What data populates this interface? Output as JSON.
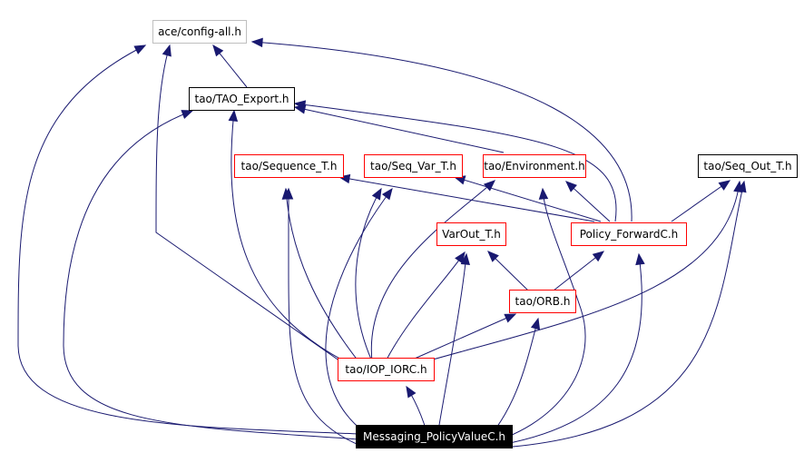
{
  "nodes": {
    "config_all": "ace/config-all.h",
    "tao_export": "tao/TAO_Export.h",
    "sequence_t": "tao/Sequence_T.h",
    "seq_var_t": "tao/Seq_Var_T.h",
    "environment": "tao/Environment.h",
    "seq_out_t": "tao/Seq_Out_T.h",
    "varout_t": "VarOut_T.h",
    "policy_forwardc": "Policy_ForwardC.h",
    "orb": "tao/ORB.h",
    "iop_iorc": "tao/IOP_IORC.h",
    "messaging_policyvaluec": "Messaging_PolicyValueC.h"
  },
  "colors": {
    "edge": "#191970",
    "primary_border": "#ff0000",
    "external_border": "#000000",
    "unresolved_border": "#bfbfbf",
    "root_fill": "#000000"
  }
}
